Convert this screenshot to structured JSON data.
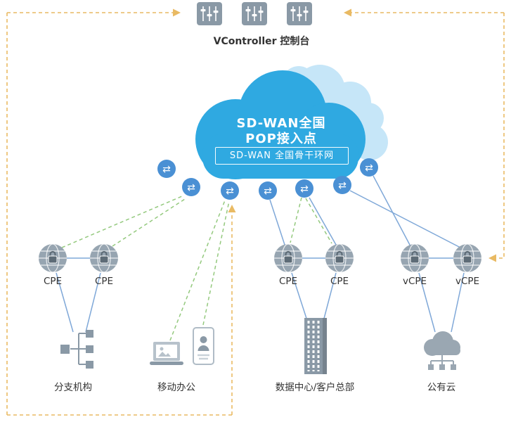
{
  "controller": {
    "label": "VController  控制台"
  },
  "cloud": {
    "title_line1": "SD-WAN全国",
    "title_line2": "POP接入点",
    "subtitle": "SD-WAN 全国骨干环网"
  },
  "devices": {
    "cpe_labels": [
      "CPE",
      "CPE",
      "CPE",
      "CPE",
      "vCPE",
      "vCPE"
    ]
  },
  "sites": {
    "branch": "分支机构",
    "mobile": "移动办公",
    "datacenter": "数据中心/客户总部",
    "public_cloud": "公有云"
  },
  "icons": {
    "pop_glyph": "⇄",
    "controller_icon": "equalizer-sliders",
    "cpe_icon": "globe-with-lock",
    "pop_icon": "blue-circle-transfer-arrows"
  },
  "colors": {
    "cloud_blue": "#2FA9E1",
    "cloud_light_blue": "#C6E6F8",
    "pop_blue": "#4A90D4",
    "link_blue": "#7FA8D8",
    "backup_green": "#94C97E",
    "mgmt_orange": "#E9BA63",
    "icon_gray": "#8A99A6",
    "icon_gray_light": "#B7C2CB",
    "text_dark": "#333333"
  }
}
